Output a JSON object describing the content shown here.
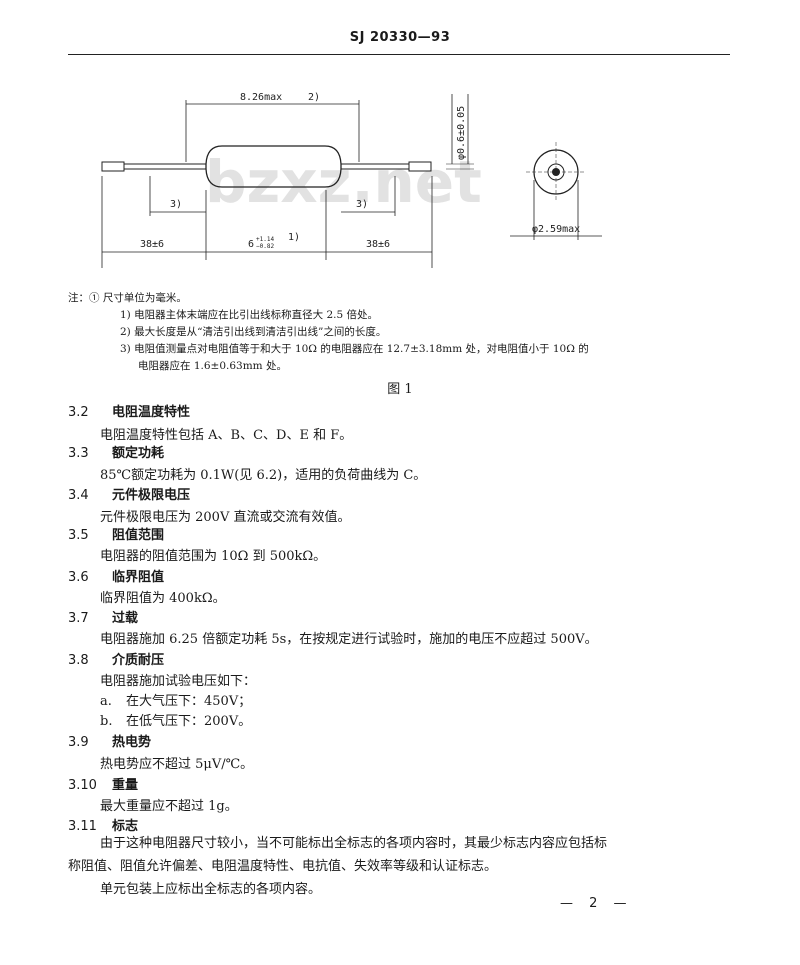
{
  "header": {
    "code": "SJ 20330—93"
  },
  "figure": {
    "watermark": "bzxz.net",
    "dims": {
      "body_max": "8.26max",
      "ref2": "2)",
      "ref3_left": "3)",
      "ref3_right": "3)",
      "lead_left": "38±6",
      "lead_right": "38±6",
      "body_len_base": "6",
      "tol_plus": "+1.14",
      "tol_minus": "−0.82",
      "ref1": "1)",
      "wire_dia": "φ0.6±0.05",
      "body_dia": "φ2.59max"
    }
  },
  "notes": {
    "lead": "注：① 尺寸单位为毫米。",
    "n1": "1) 电阻器主体末端应在比引出线标称直径大 2.5 倍处。",
    "n2": "2) 最大长度是从“清洁引出线到清洁引出线”之间的长度。",
    "n3a": "3) 电阻值测量点对电阻值等于和大于 10Ω 的电阻器应在 12.7±3.18mm 处，对电阻值小于 10Ω 的",
    "n3b": "电阻器应在 1.6±0.63mm 处。"
  },
  "caption": "图 1",
  "sections": [
    {
      "num": "3.2",
      "title": "电阻温度特性",
      "body": "电阻温度特性包括 A、B、C、D、E 和 F。"
    },
    {
      "num": "3.3",
      "title": "额定功耗",
      "body": "85℃额定功耗为 0.1W(见 6.2)，适用的负荷曲线为 C。"
    },
    {
      "num": "3.4",
      "title": "元件极限电压",
      "body": "元件极限电压为 200V 直流或交流有效值。"
    },
    {
      "num": "3.5",
      "title": "阻值范围",
      "body": "电阻器的阻值范围为 10Ω 到 500kΩ。"
    },
    {
      "num": "3.6",
      "title": "临界阻值",
      "body": "临界阻值为 400kΩ。"
    },
    {
      "num": "3.7",
      "title": "过载",
      "body": "电阻器施加 6.25 倍额定功耗 5s，在按规定进行试验时，施加的电压不应超过 500V。"
    },
    {
      "num": "3.8",
      "title": "介质耐压",
      "body": "电阻器施加试验电压如下："
    },
    {
      "num": "3.9",
      "title": "热电势",
      "body": "热电势应不超过 5μV/℃。"
    },
    {
      "num": "3.10",
      "title": "重量",
      "body": "最大重量应不超过 1g。"
    },
    {
      "num": "3.11",
      "title": "标志",
      "body": ""
    }
  ],
  "list_38": {
    "a_label": "a.",
    "a_text": "在大气压下：450V；",
    "b_label": "b.",
    "b_text": "在低气压下：200V。"
  },
  "marking": {
    "line1": "由于这种电阻器尺寸较小，当不可能标出全标志的各项内容时，其最少标志内容应包括标",
    "line2": "称阻值、阻值允许偏差、电阻温度特性、电抗值、失效率等级和认证标志。",
    "line3": "单元包装上应标出全标志的各项内容。"
  },
  "footer": "— 2 —"
}
